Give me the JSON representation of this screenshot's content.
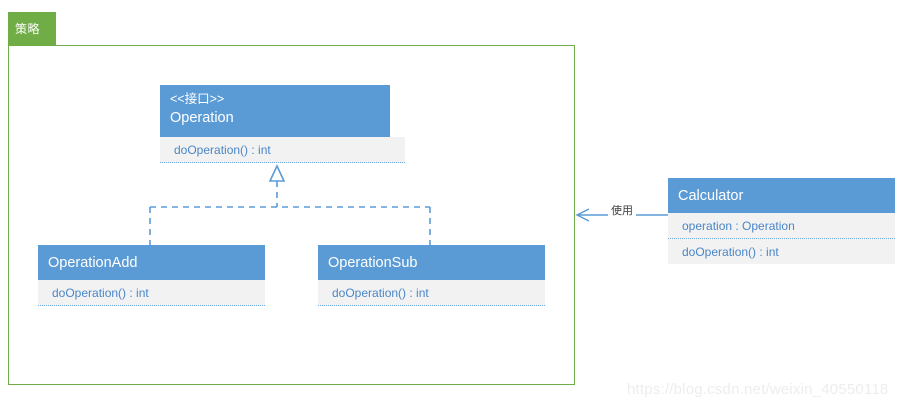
{
  "package": {
    "tab_label": "策略",
    "frame_color": "#70AD47"
  },
  "theme": {
    "header_blue": "#5B9BD5",
    "body_gray": "#F2F2F2",
    "member_text_blue": "#4A86C8",
    "connector_blue": "#5B9BD5",
    "package_green": "#70AD47"
  },
  "classes": {
    "operation": {
      "stereotype": "<<接口>>",
      "name": "Operation",
      "members": [
        "doOperation() : int"
      ]
    },
    "operation_add": {
      "name": "OperationAdd",
      "members": [
        "doOperation() : int"
      ]
    },
    "operation_sub": {
      "name": "OperationSub",
      "members": [
        "doOperation() : int"
      ]
    },
    "calculator": {
      "name": "Calculator",
      "attributes": [
        "operation : Operation"
      ],
      "methods": [
        "doOperation() : int"
      ]
    }
  },
  "relationships": {
    "uses_label": "使用"
  },
  "watermark": "https://blog.csdn.net/weixin_40550118"
}
